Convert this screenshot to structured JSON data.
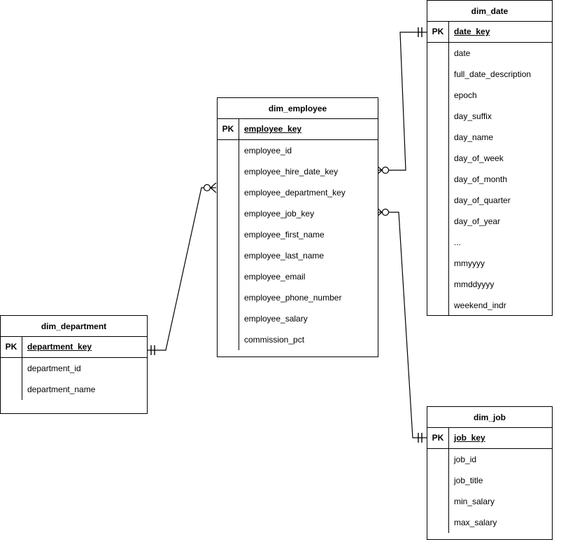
{
  "diagram": {
    "type": "entity-relationship-diagram",
    "notation": "crows-foot",
    "background": "#ffffff",
    "line_color": "#000000"
  },
  "entities": {
    "dim_date": {
      "name": "dim_date",
      "pk_tag": "PK",
      "pk_field": "date_key",
      "attributes": [
        "date",
        "full_date_description",
        "epoch",
        "day_suffix",
        "day_name",
        "day_of_week",
        "day_of_month",
        "day_of_quarter",
        "day_of_year",
        "...",
        "mmyyyy",
        "mmddyyyy",
        "weekend_indr"
      ]
    },
    "dim_employee": {
      "name": "dim_employee",
      "pk_tag": "PK",
      "pk_field": "employee_key",
      "attributes": [
        "employee_id",
        "employee_hire_date_key",
        "employee_department_key",
        "employee_job_key",
        "employee_first_name",
        "employee_last_name",
        "employee_email",
        "employee_phone_number",
        "employee_salary",
        "commission_pct"
      ]
    },
    "dim_department": {
      "name": "dim_department",
      "pk_tag": "PK",
      "pk_field": "department_key",
      "attributes": [
        "department_id",
        "department_name"
      ]
    },
    "dim_job": {
      "name": "dim_job",
      "pk_tag": "PK",
      "pk_field": "job_key",
      "attributes": [
        "job_id",
        "job_title",
        "min_salary",
        "max_salary"
      ]
    }
  },
  "relationships": [
    {
      "id": "employee-to-date",
      "from_entity": "dim_employee",
      "from_field": "employee_hire_date_key",
      "from_cardinality": "zero-or-many",
      "to_entity": "dim_date",
      "to_field": "date_key",
      "to_cardinality": "one-and-only-one"
    },
    {
      "id": "employee-to-job",
      "from_entity": "dim_employee",
      "from_field": "employee_job_key",
      "from_cardinality": "zero-or-many",
      "to_entity": "dim_job",
      "to_field": "job_key",
      "to_cardinality": "one-and-only-one"
    },
    {
      "id": "department-to-employee",
      "from_entity": "dim_employee",
      "from_field": "employee_department_key",
      "from_cardinality": "zero-or-many",
      "to_entity": "dim_department",
      "to_field": "department_key",
      "to_cardinality": "one-and-only-one"
    }
  ]
}
